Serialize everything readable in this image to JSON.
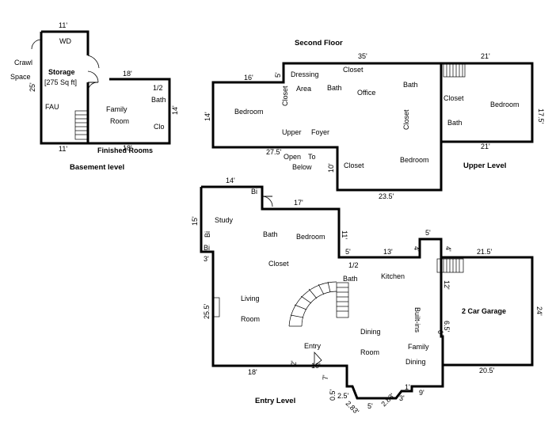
{
  "titles": {
    "basement": "Basement level",
    "second_floor": "Second Floor",
    "upper_level": "Upper Level",
    "entry_level": "Entry Level",
    "finished_rooms": "Finished Rooms"
  },
  "basement": {
    "labels": {
      "wd": "WD",
      "storage": "Storage",
      "storage_area": "[275 Sq ft]",
      "crawl": "Crawl",
      "space": "Space",
      "fau": "FAU",
      "family": "Family",
      "room": "Room",
      "half": "1/2",
      "bath": "Bath",
      "clo": "Clo"
    },
    "dims": {
      "top": "11'",
      "left": "25'",
      "bottom": "11'",
      "right_top": "18'",
      "right_side": "14'",
      "bottom_right": "18'"
    }
  },
  "second": {
    "labels": {
      "dressing": "Dressing",
      "area": "Area",
      "bath1": "Bath",
      "closet_top": "Closet",
      "bath2": "Bath",
      "office": "Office",
      "closet_v1": "Closet",
      "closet_v2": "Closet",
      "bedroom1": "Bedroom",
      "upper": "Upper",
      "foyer": "Foyer",
      "open": "Open",
      "to": "To",
      "below": "Below",
      "closet_low": "Closet",
      "bedroom2": "Bedroom",
      "closet_upper": "Closet",
      "bath_upper": "Bath",
      "bedroom3": "Bedroom"
    },
    "dims": {
      "top": "35'",
      "left_top": "16'",
      "small": "5'",
      "left": "14'",
      "bottom_left": "27.5'",
      "vertical_10": "10'",
      "bottom": "23.5'",
      "upper_top": "21'",
      "upper_right": "17.5'",
      "upper_bottom": "21'"
    }
  },
  "entry": {
    "labels": {
      "bi1": "Bi",
      "study": "Study",
      "bi2": "Bi",
      "bi3": "Bi",
      "bath1": "Bath",
      "bedroom": "Bedroom",
      "closet": "Closet",
      "half": "1/2",
      "bath2": "Bath",
      "kitchen": "Kitchen",
      "living": "Living",
      "room1": "Room",
      "built_ins": "Built-ins",
      "dining": "Dining",
      "room2": "Room",
      "family": "Family",
      "dining2": "Dining",
      "entry": "Entry",
      "garage": "2 Car Garage"
    },
    "dims": {
      "top": "14'",
      "left_top": "15'",
      "d17": "17'",
      "d11": "11'",
      "d5a": "5'",
      "d13": "13'",
      "d4a": "4'",
      "d5b": "5'",
      "d3": "3'",
      "d255": "25.5'",
      "d4b": "4'",
      "d215": "21.5'",
      "d12": "12'",
      "d24": "24'",
      "d65": "6.5'",
      "d0": "0'",
      "d18": "18'",
      "d2": "2'",
      "d10": "10'",
      "d7": "7'",
      "d205": "20.5'",
      "d1": "1'",
      "d9": "9'",
      "d05": "0.5'",
      "d25": "2.5'",
      "d283a": "2.83'",
      "d5c": "5'",
      "d283b": "2.83'",
      "d3b": "3'"
    }
  }
}
